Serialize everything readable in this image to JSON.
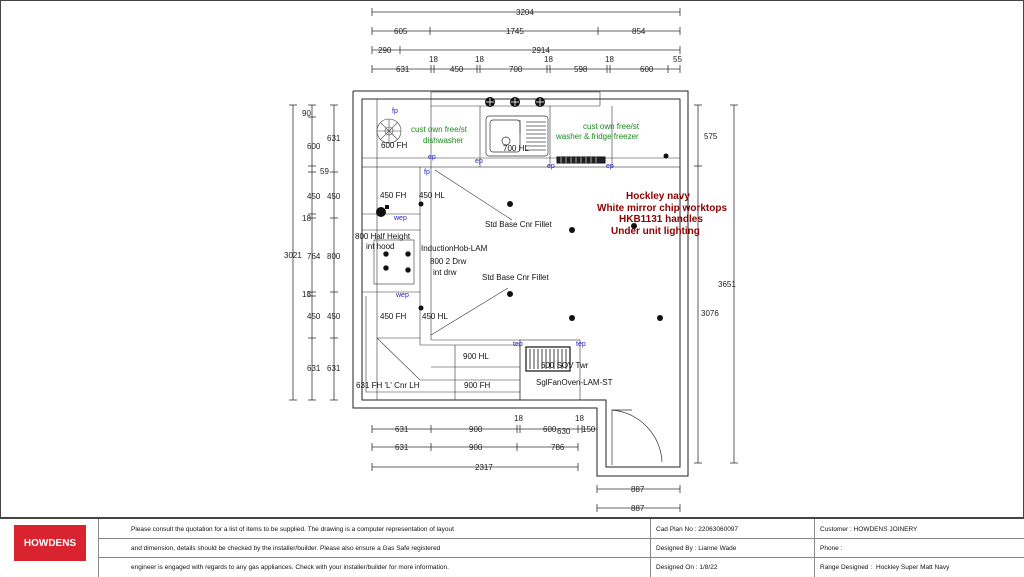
{
  "top_dims": {
    "overall": "3204",
    "row2": [
      "605",
      "1745",
      "854"
    ],
    "row3": [
      "290",
      "2914"
    ],
    "row4": [
      "631",
      "18",
      "450",
      "18",
      "700",
      "18",
      "598",
      "18",
      "600",
      "55"
    ]
  },
  "left_dims": {
    "outer": "3021",
    "inner": [
      "90",
      "600",
      "59",
      "450",
      "18",
      "764",
      "18",
      "450",
      "631"
    ],
    "mid": [
      "631",
      "450",
      "800",
      "450",
      "631"
    ]
  },
  "right_dims": {
    "a": "575",
    "b": "3651",
    "c": "3076"
  },
  "bottom_dims": {
    "row1": [
      "631",
      "900",
      "18",
      "600",
      "18",
      "630",
      "150"
    ],
    "row2": [
      "631",
      "900",
      "786"
    ],
    "overall": "2317",
    "door1": "887",
    "door2": "887"
  },
  "labels": {
    "fh600": "600 FH",
    "dishwasher": [
      "cust own free/st",
      "dishwasher"
    ],
    "sink": "700 HL",
    "washer": [
      "cust own free/st",
      "washer & fridge freezer"
    ],
    "fh450_top": "450 FH",
    "hl450_top": "450 HL",
    "half_height": [
      "800 Half Height",
      "int hood"
    ],
    "hob": "InductionHob-LAM",
    "drw": [
      "800 2 Drw",
      "int drw"
    ],
    "fillet1": "Std Base Cnr Fillet",
    "fillet2": "Std Base Cnr Fillet",
    "fh450_bot": "450 FH",
    "hl450_bot": "450 HL",
    "hl900": "900 HL",
    "fh900": "900 FH",
    "cnr": "631 FH 'L' Cnr LH",
    "sov": "600 SOV Twr",
    "oven": "SglFanOven-LAM-ST"
  },
  "markers": {
    "fp": "fp",
    "ep": "ep",
    "wep": "wep",
    "tep": "tep"
  },
  "notes": [
    "Hockley navy",
    "White mirror chip worktops",
    "HKB1131 handles",
    "Under unit lighting"
  ],
  "colors": {
    "note": "#8b0000",
    "customer_text": "#1a8a1a",
    "marker": "#2222cc",
    "brand": "#d9232e"
  },
  "title_block": {
    "logo": "HOWDENS",
    "disclaimer": [
      "Please consult the quotation for a list of items to be supplied. The drawing is a computer representation of layout",
      "and dimension, details should be checked by the installer/builder. Please also ensure a Gas Safe registered",
      "engineer is engaged with regards to any gas appliances. Check with your installer/builder for more information."
    ],
    "cad_plan": "Cad Plan No : 22063060097",
    "designed_by": "Designed By : Lianne Wade",
    "designed_on": "Designed On : 1/8/22",
    "customer": "Customer : HOWDENS JOINERY",
    "phone": "Phone :",
    "range_designed_label": "Range Designed :",
    "range_designed_value": "Hockley Super Matt Navy"
  }
}
